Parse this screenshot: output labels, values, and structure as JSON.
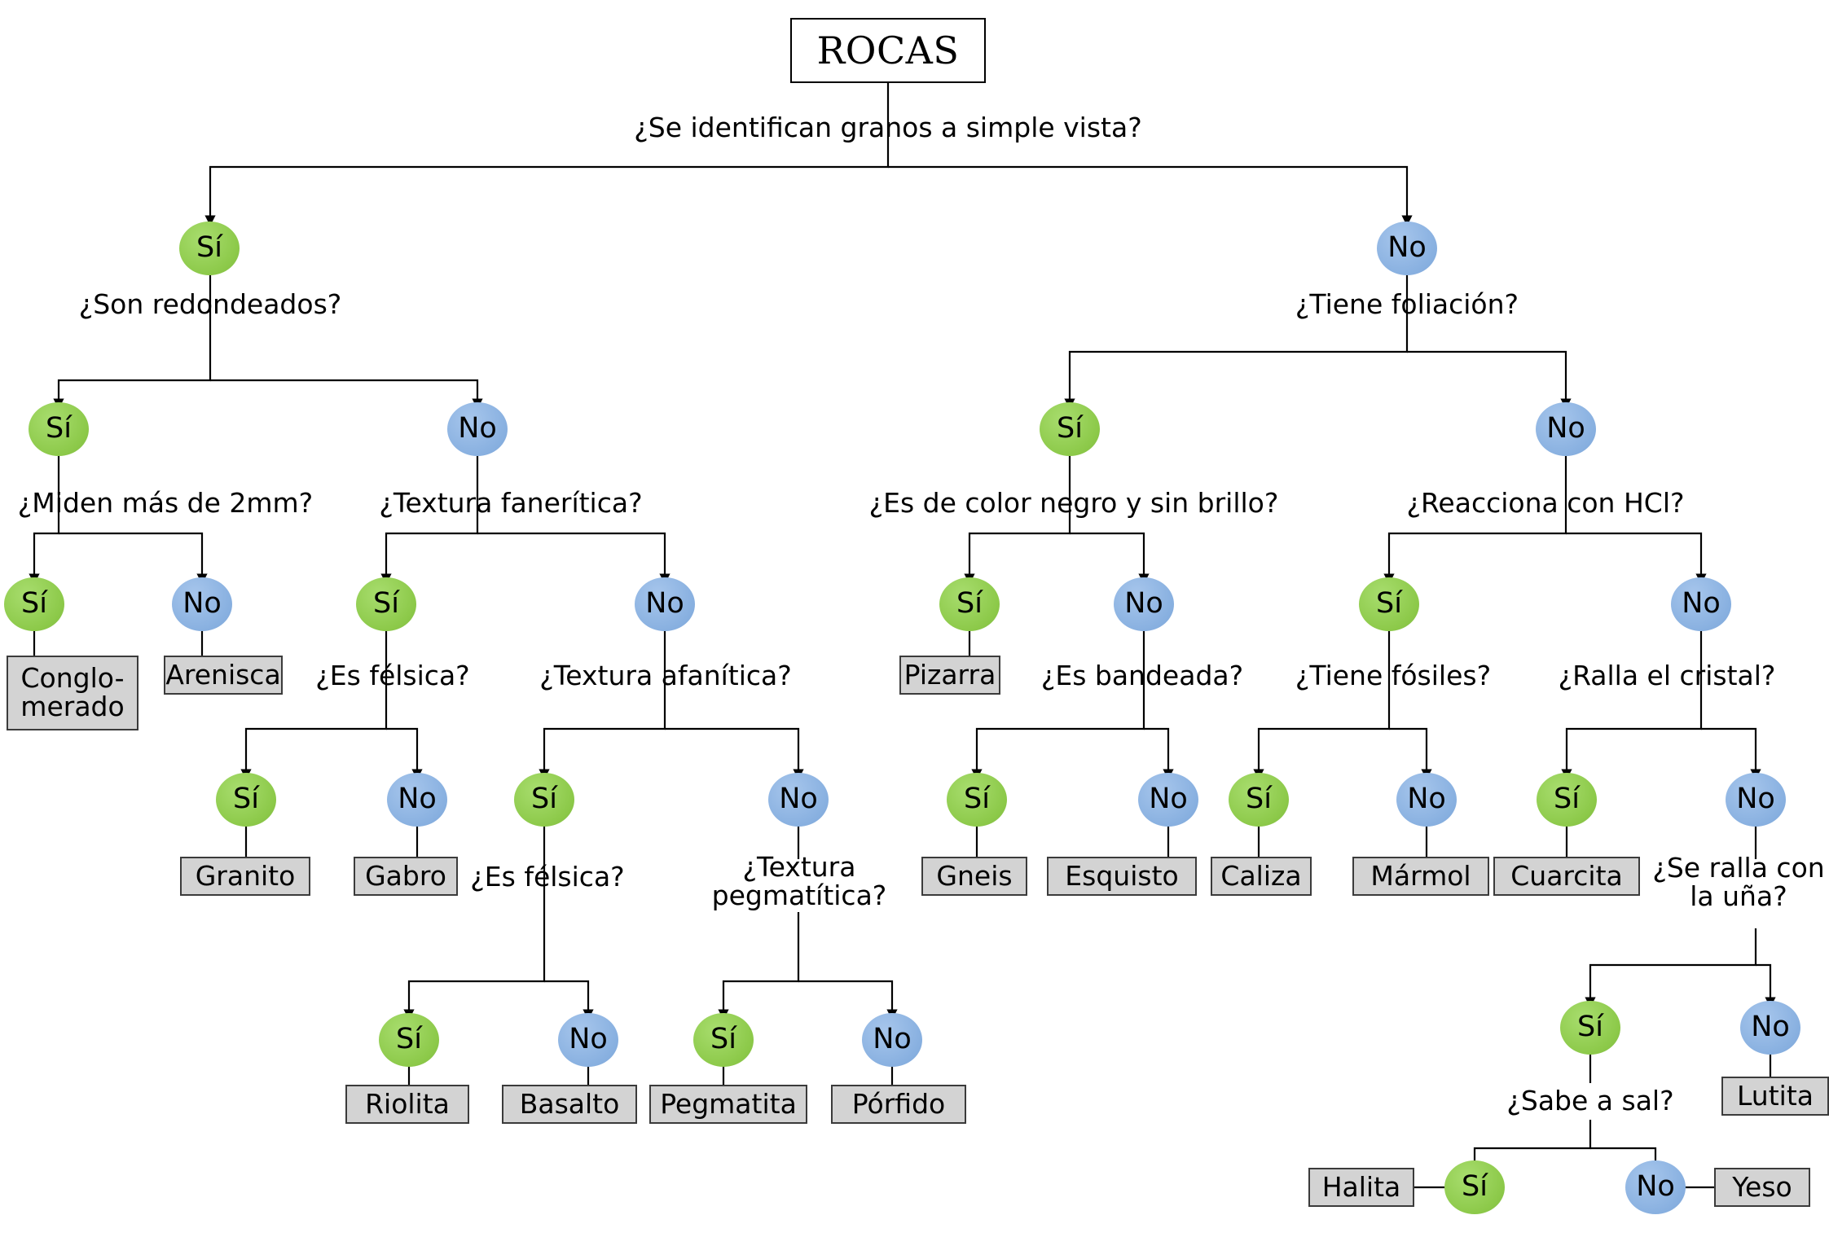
{
  "diagram": {
    "title": "ROCAS",
    "labels": {
      "yes": "Sí",
      "no": "No"
    },
    "questions": {
      "q_granos": "¿Se identifican granos a simple vista?",
      "q_redondeados": "¿Son redondeados?",
      "q_2mm": "¿Miden más de 2mm?",
      "q_fanerita": "¿Textura fanerítica?",
      "q_felsica_1": "¿Es félsica?",
      "q_afanitica": "¿Textura afanítica?",
      "q_felsica_2": "¿Es félsica?",
      "q_pegmatitica": "¿Textura\npegmatítica?",
      "q_foliacion": "¿Tiene foliación?",
      "q_negro": "¿Es de color negro y sin brillo?",
      "q_hcl": "¿Reacciona con HCl?",
      "q_bandeada": "¿Es bandeada?",
      "q_fosiles": "¿Tiene fósiles?",
      "q_cristal": "¿Ralla el cristal?",
      "q_una": "¿Se ralla con\nla uña?",
      "q_sal": "¿Sabe a sal?"
    },
    "results": {
      "conglomerado": "Conglo-\nmerado",
      "arenisca": "Arenisca",
      "granito": "Granito",
      "gabro": "Gabro",
      "riolita": "Riolita",
      "basalto": "Basalto",
      "pegmatita": "Pegmatita",
      "porfido": "Pórfido",
      "pizarra": "Pizarra",
      "gneis": "Gneis",
      "esquisto": "Esquisto",
      "caliza": "Caliza",
      "marmol": "Mármol",
      "cuarcita": "Cuarcita",
      "lutita": "Lutita",
      "halita": "Halita",
      "yeso": "Yeso"
    },
    "colors": {
      "yes_fill": "#92d050",
      "no_fill": "#8eb4e3",
      "result_fill": "#d3d3d3",
      "result_border": "#3b3b3b",
      "line": "#000000",
      "background": "#ffffff"
    }
  }
}
